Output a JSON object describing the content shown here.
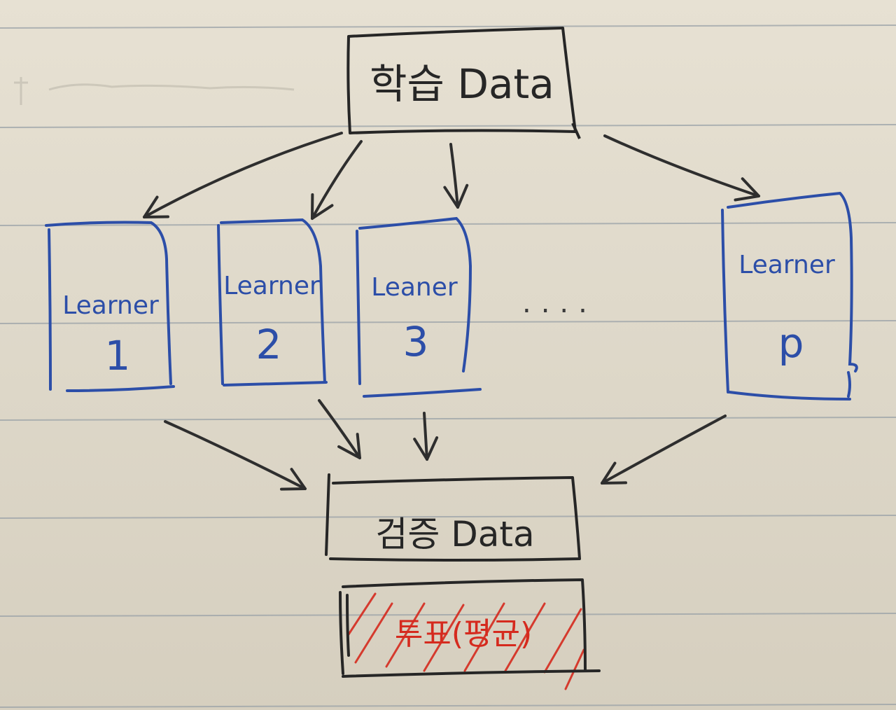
{
  "training_box": {
    "label": "학습 Data"
  },
  "learners": [
    {
      "word": "Learner",
      "index": "1"
    },
    {
      "word": "Learner",
      "index": "2"
    },
    {
      "word": "Leaner",
      "index": "3"
    },
    {
      "word": "Learner",
      "index": "p"
    }
  ],
  "ellipsis": "....",
  "validation_box": {
    "label": "검증 Data"
  },
  "result_box": {
    "label": "투표(평균)"
  },
  "colors": {
    "paper": "#e2dccf",
    "rule_line": "#9aa2a8",
    "ink_black": "#262626",
    "ink_blue": "#2c4ea8",
    "ink_red": "#d52a1e"
  }
}
